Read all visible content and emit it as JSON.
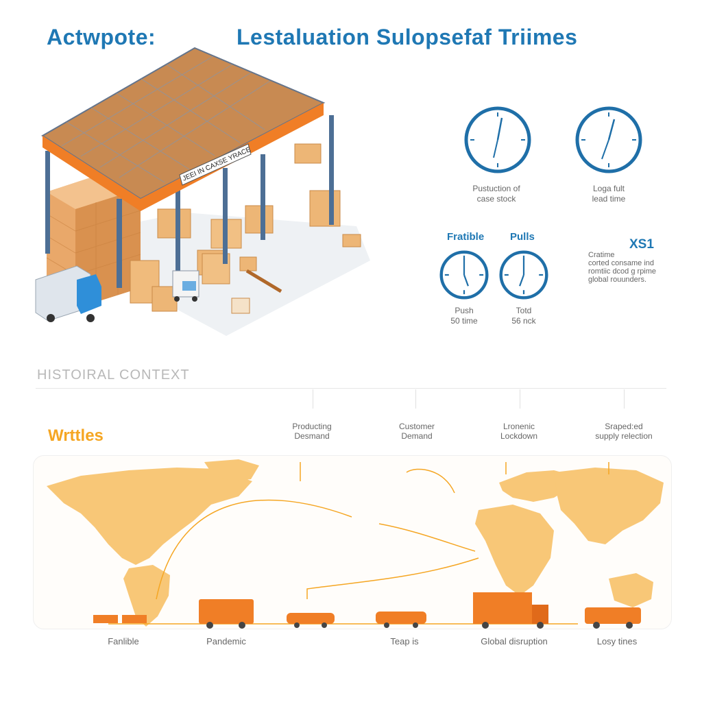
{
  "header": {
    "title_left": "Actwpote:",
    "title_right": "Lestaluation Sulopsefaf Triimes"
  },
  "warehouse": {
    "banner_text": "JEEI IN CAXSE YRACE"
  },
  "clocks_top": [
    {
      "caption_line1": "Pustuction of",
      "caption_line2": "case stock"
    },
    {
      "caption_line1": "Loga fult",
      "caption_line2": "lead time"
    }
  ],
  "push_pull": {
    "label_left": "Fratible",
    "label_right": "Pulls",
    "clocks": [
      {
        "caption_line1": "Push",
        "caption_line2": "50 time"
      },
      {
        "caption_line1": "Totd",
        "caption_line2": "56 nck"
      }
    ]
  },
  "side_note": {
    "heading": "XS1",
    "line1": "Cratime",
    "line2": "corted consame ind",
    "line3": "romtiic dcod g rpime",
    "line4": "global rouunders."
  },
  "history": {
    "section_title": "HISTOIRAL CONTEXT",
    "side_label": "Wrttles",
    "events": [
      {
        "line1": "Producting",
        "line2": "Desmand"
      },
      {
        "line1": "Customer",
        "line2": "Demand"
      },
      {
        "line1": "Lronenic",
        "line2": "Lockdown"
      },
      {
        "line1": "Sraped:ed",
        "line2": "supply relection"
      }
    ],
    "timeline": [
      "Fanlible",
      "Pandemic",
      "Teap is",
      "Global disruption",
      "Losy tines"
    ]
  },
  "colors": {
    "accent_blue": "#1f78b4",
    "accent_orange": "#f5a623",
    "map_fill": "#f8c777",
    "vehicle_orange": "#f07e26"
  }
}
